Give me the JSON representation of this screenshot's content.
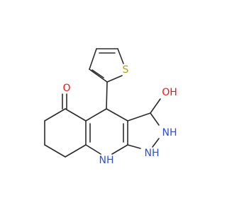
{
  "molecule": {
    "atom_labels": {
      "ketone_oxygen": "O",
      "hydroxyl_group": "OH",
      "thiophene_sulfur": "S",
      "pyrazole_nh_upper": "NH",
      "pyrazole_nh_lower": "NH",
      "quinoline_nh": "NH"
    },
    "colors": {
      "bond": "#2b2b2b",
      "oxygen": "#ff0d0d",
      "nitrogen": "#2f4fd8",
      "sulfur": "#b2a100"
    }
  }
}
